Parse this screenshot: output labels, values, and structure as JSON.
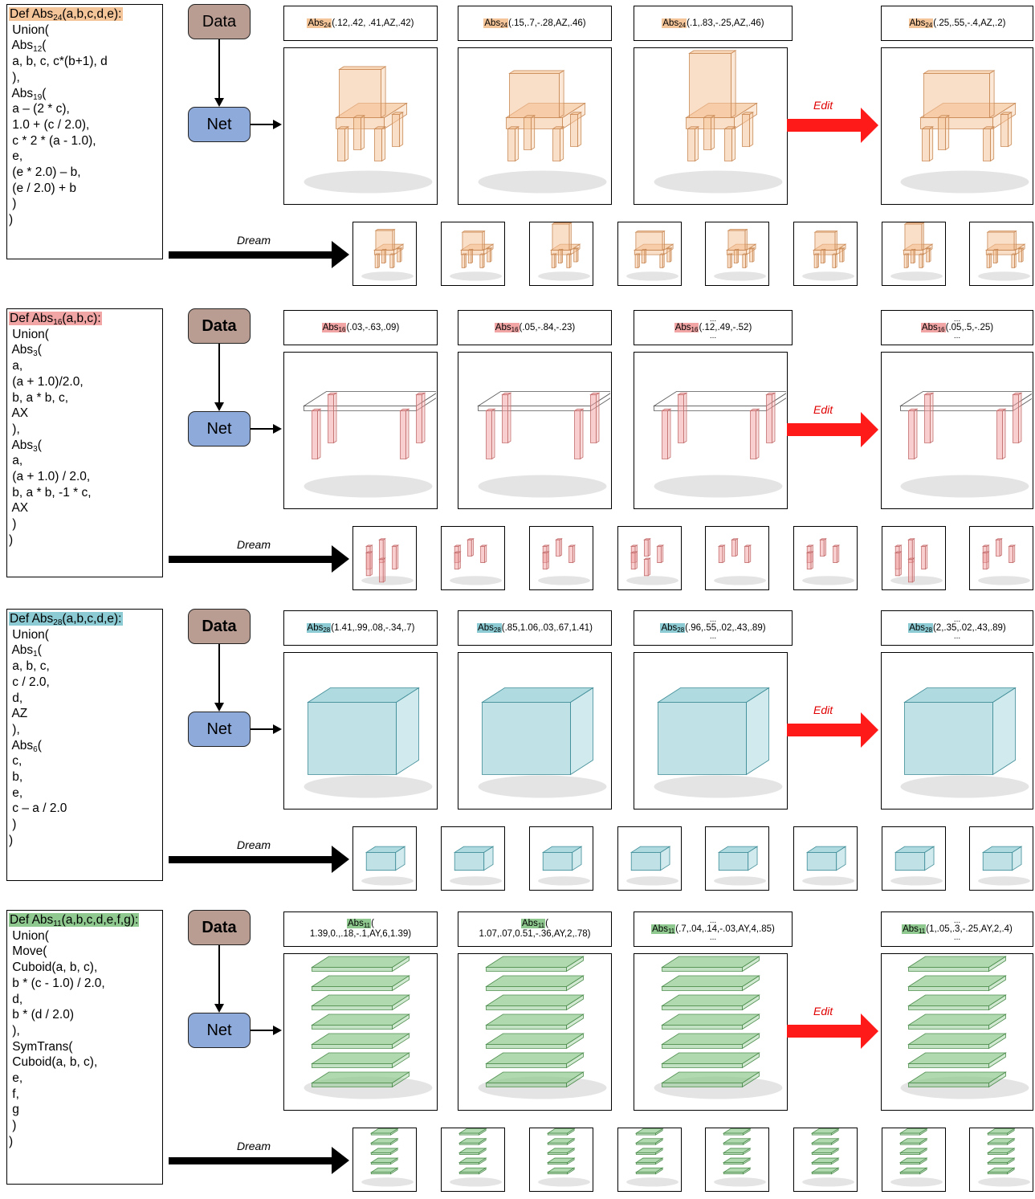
{
  "colors": {
    "orange": "#f5c59a",
    "red": "#f2a5a5",
    "teal": "#8ccbd3",
    "green": "#8fc98f",
    "data_btn": "#b99d93",
    "net_btn": "#8eaadb",
    "edit_arrow": "#ff1a1a"
  },
  "common": {
    "data": "Data",
    "net": "Net",
    "dream": "Dream",
    "edit": "Edit",
    "dots": "..."
  },
  "rows": [
    {
      "code": {
        "def_prefix": "Def Abs",
        "def_sub": "24",
        "def_suffix": "(a,b,c,d,e):",
        "lines": [
          " Union(",
          " Abs",
          " a, b, c, c*(b+1), d",
          " ),",
          " Abs",
          " a – (2 * c),",
          " 1.0 + (c / 2.0),",
          " c * 2 * (a - 1.0),",
          " e,",
          " (e * 2.0) – b,",
          " (e / 2.0) + b",
          " )",
          ")"
        ],
        "subs": {
          "1": "12",
          "4": "19"
        }
      },
      "labels": [
        {
          "name": "Abs",
          "sub": "24",
          "args": "(.12,.42, .41,AZ,.42)"
        },
        {
          "name": "Abs",
          "sub": "24",
          "args": "(.15,.7,-.28,AZ,.46)"
        },
        {
          "name": "Abs",
          "sub": "24",
          "args": "(.1,.83,-.25,AZ,.46)"
        },
        {
          "name": "Abs",
          "sub": "24",
          "args": "(.25,.55,-.4,AZ,.2)"
        }
      ]
    },
    {
      "code": {
        "def_prefix": "Def Abs",
        "def_sub": "16",
        "def_suffix": "(a,b,c):",
        "lines": [
          " Union(",
          " Abs",
          " a,",
          " (a + 1.0)/2.0,",
          " b, a * b, c,",
          " AX",
          " ),",
          " Abs",
          " a,",
          " (a + 1.0) / 2.0,",
          " b, a * b, -1 * c,",
          " AX",
          " )",
          ")"
        ],
        "subs": {
          "1": "3",
          "7": "3"
        }
      },
      "labels": [
        {
          "name": "Abs",
          "sub": "16",
          "args": "(.03,-.63,.09)"
        },
        {
          "name": "Abs",
          "sub": "16",
          "args": "(.05,-.84,-.23)"
        },
        {
          "name": "Abs",
          "sub": "16",
          "args": "(.12,.49,-.52)"
        },
        {
          "name": "Abs",
          "sub": "16",
          "args": "(.05,.5,-.25)"
        }
      ]
    },
    {
      "code": {
        "def_prefix": "Def Abs",
        "def_sub": "28",
        "def_suffix": "(a,b,c,d,e):",
        "lines": [
          " Union(",
          " Abs",
          " a, b, c,",
          " c / 2.0,",
          " d,",
          " AZ",
          " ),",
          " Abs",
          " c,",
          " b,",
          " e,",
          " c – a / 2.0",
          " )",
          ")"
        ],
        "subs": {
          "1": "1",
          "7": "6"
        }
      },
      "labels": [
        {
          "name": "Abs",
          "sub": "28",
          "args": "(1.41,.99,.08,-.34,.7)"
        },
        {
          "name": "Abs",
          "sub": "28",
          "args": "(.85,1.06,.03,.67,1.41)"
        },
        {
          "name": "Abs",
          "sub": "28",
          "args": "(.96,.55,.02,.43,.89)"
        },
        {
          "name": "Abs",
          "sub": "28",
          "args": "(2,.35,.02,.43,.89)"
        }
      ]
    },
    {
      "code": {
        "def_prefix": "Def Abs",
        "def_sub": "11",
        "def_suffix": "(a,b,c,d,e,f,g):",
        "lines": [
          " Union(",
          " Move(",
          " Cuboid(a, b, c),",
          " b * (c - 1.0) / 2.0,",
          " d,",
          " b * (d / 2.0)",
          " ),",
          " SymTrans(",
          " Cuboid(a, b, c),",
          " e,",
          " f,",
          " g",
          " )",
          ")"
        ],
        "subs": {}
      },
      "labels": [
        {
          "name": "Abs",
          "sub": "11",
          "args": "1.39,0.,.18,-.1,AY,6,1.39)"
        },
        {
          "name": "Abs",
          "sub": "11",
          "args": "1.07,.07,0.51,-.36,AY,2,.78)"
        },
        {
          "name": "Abs",
          "sub": "11",
          "args": "(.7,.04,.14,-.03,AY,4,.85)"
        },
        {
          "name": "Abs",
          "sub": "11",
          "args": "(1,.05,.3,-.25,AY,2,.4)"
        }
      ]
    }
  ]
}
